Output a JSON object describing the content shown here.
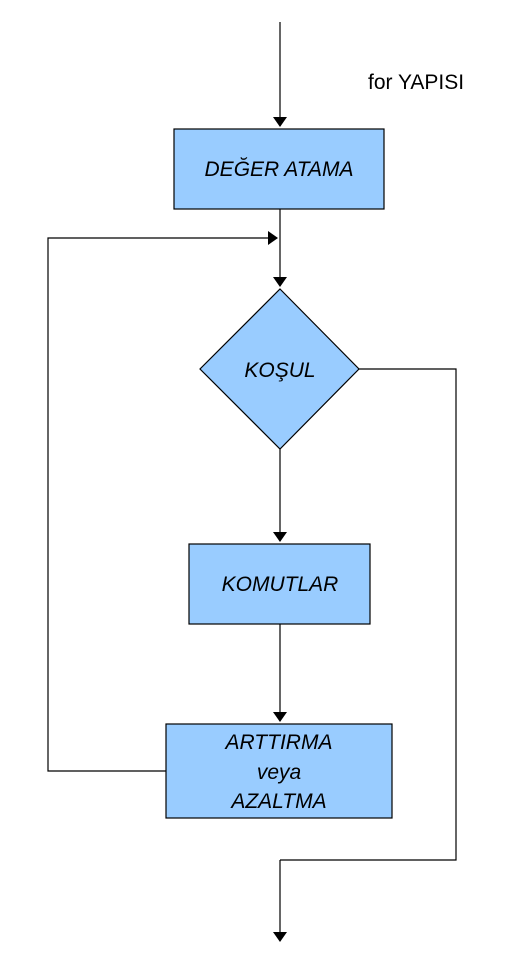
{
  "title": "for YAPISI",
  "nodes": {
    "init": {
      "label": "DEĞER ATAMA"
    },
    "condition": {
      "label": "KOŞUL"
    },
    "commands": {
      "label": "KOMUTLAR"
    },
    "update": {
      "lines": [
        "ARTTIRMA",
        "veya",
        "AZALTMA"
      ]
    }
  },
  "colors": {
    "node_fill": "#99ccff",
    "stroke": "#000000",
    "background": "#ffffff"
  }
}
